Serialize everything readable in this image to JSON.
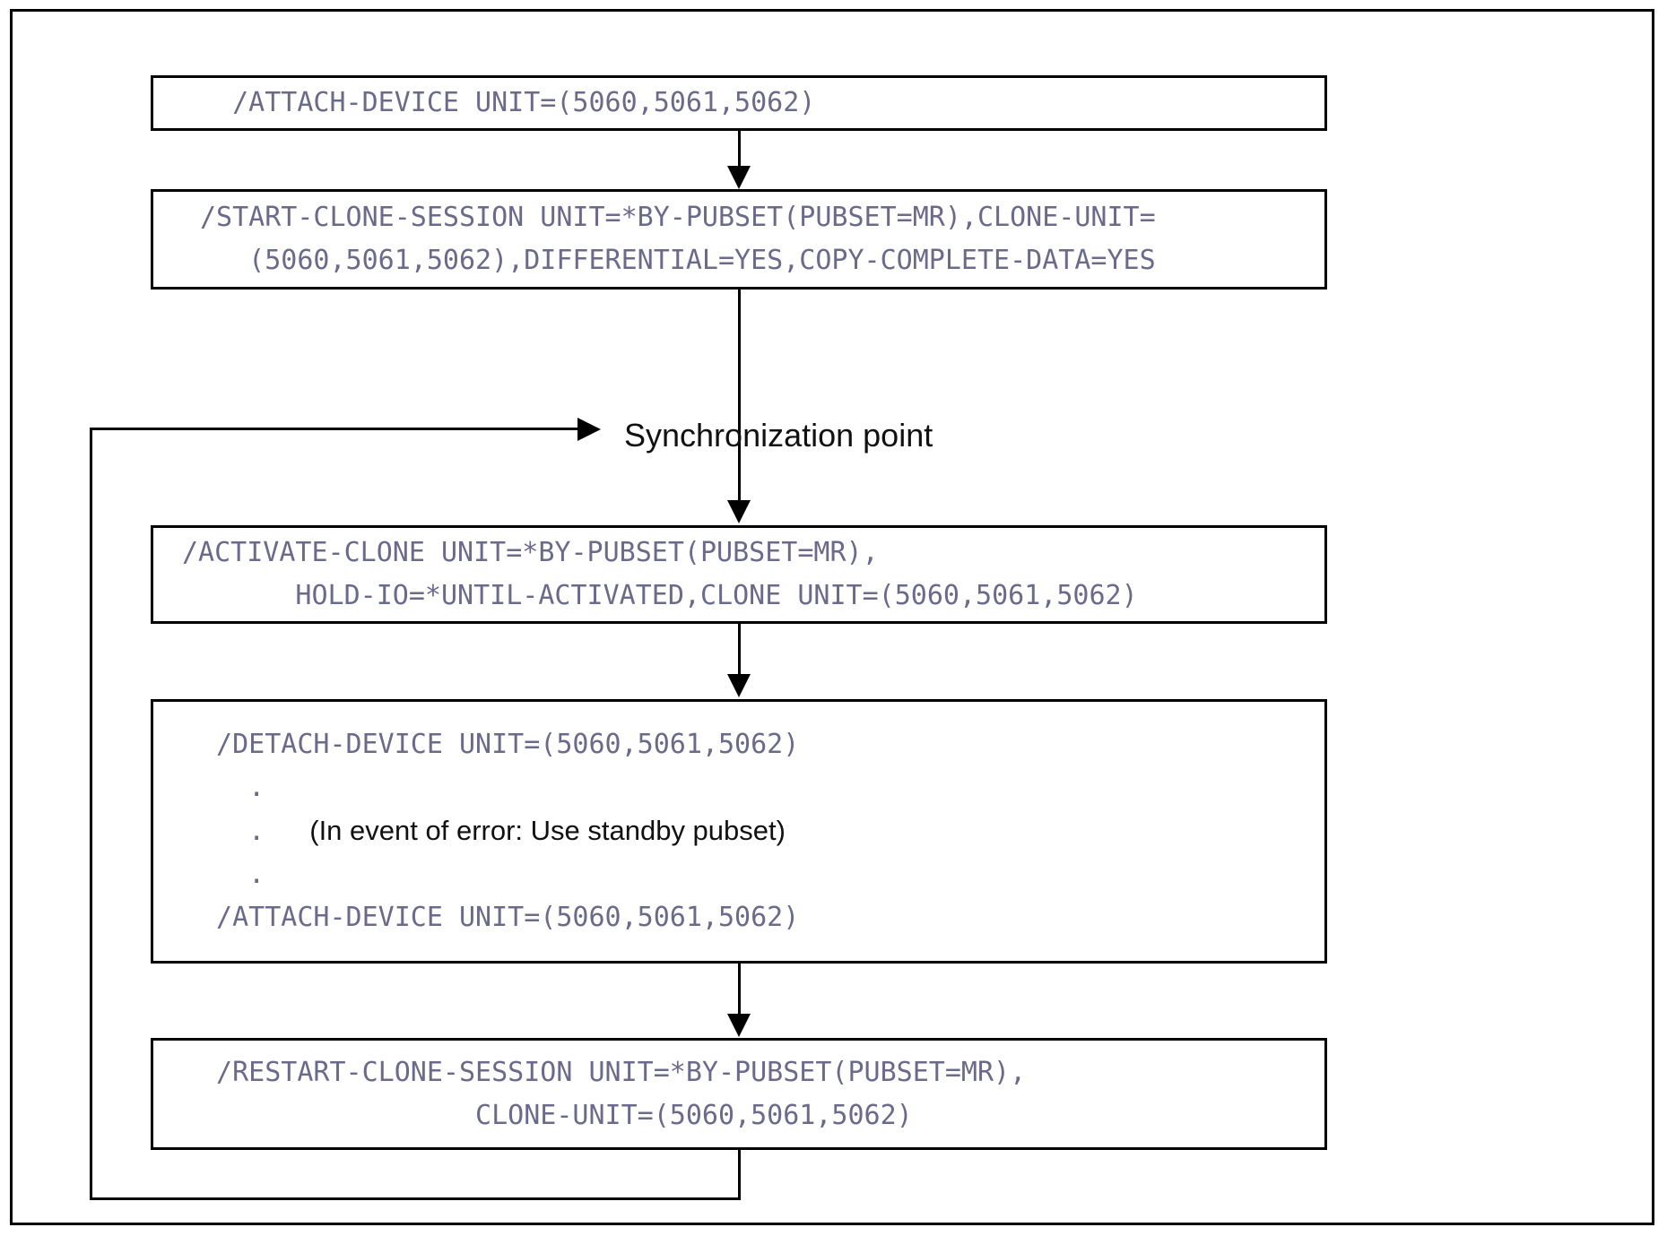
{
  "diagram": {
    "title": "Clone session flow with synchronization point",
    "colors": {
      "line": "#000000",
      "code_text": "#6a6a8a",
      "note_text": "#111111",
      "background": "#ffffff"
    },
    "boxes": [
      {
        "id": "attach-device",
        "lines": [
          "  /ATTACH-DEVICE UNIT=(5060,5061,5062)"
        ]
      },
      {
        "id": "start-clone-session",
        "lines": [
          "/START-CLONE-SESSION UNIT=*BY-PUBSET(PUBSET=MR),CLONE-UNIT=",
          "   (5060,5061,5062),DIFFERENTIAL=YES,COPY-COMPLETE-DATA=YES"
        ]
      },
      {
        "id": "activate-clone",
        "lines": [
          "/ACTIVATE-CLONE UNIT=*BY-PUBSET(PUBSET=MR),",
          "       HOLD-IO=*UNTIL-ACTIVATED,CLONE UNIT=(5060,5061,5062)"
        ]
      },
      {
        "id": "detach-attach-device",
        "lines": [
          " /DETACH-DEVICE UNIT=(5060,5061,5062)",
          "   .",
          "   .",
          "   .",
          " /ATTACH-DEVICE UNIT=(5060,5061,5062)"
        ],
        "note": "(In event of error: Use standby pubset)"
      },
      {
        "id": "restart-clone-session",
        "lines": [
          " /RESTART-CLONE-SESSION UNIT=*BY-PUBSET(PUBSET=MR),",
          "                 CLONE-UNIT=(5060,5061,5062)"
        ]
      }
    ],
    "labels": {
      "sync_point": "Synchronization point"
    }
  }
}
